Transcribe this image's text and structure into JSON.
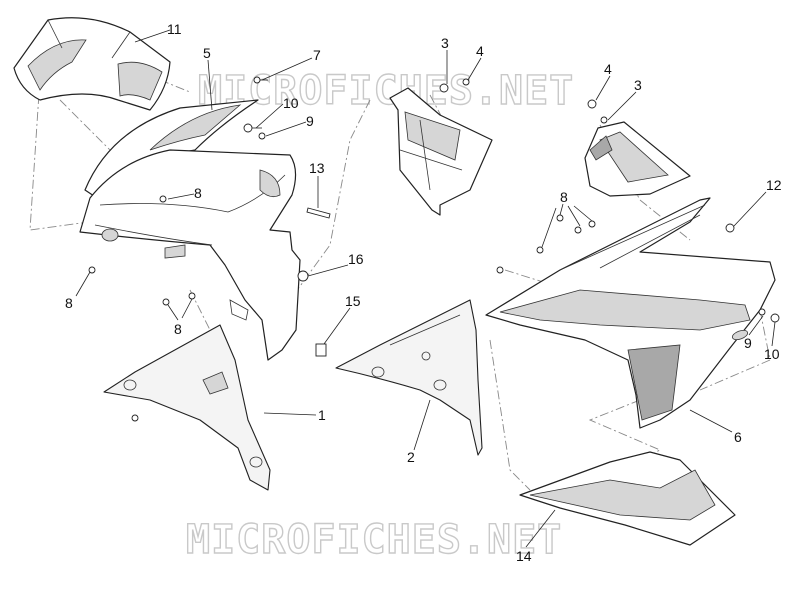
{
  "watermark": "MICROFICHES.NET",
  "callouts": [
    {
      "id": "11",
      "label": "11"
    },
    {
      "id": "5",
      "label": "5"
    },
    {
      "id": "7",
      "label": "7"
    },
    {
      "id": "10a",
      "label": "10"
    },
    {
      "id": "9a",
      "label": "9"
    },
    {
      "id": "8a",
      "label": "8"
    },
    {
      "id": "13",
      "label": "13"
    },
    {
      "id": "3a",
      "label": "3"
    },
    {
      "id": "4a",
      "label": "4"
    },
    {
      "id": "4b",
      "label": "4"
    },
    {
      "id": "3b",
      "label": "3"
    },
    {
      "id": "12",
      "label": "12"
    },
    {
      "id": "8b",
      "label": "8"
    },
    {
      "id": "16",
      "label": "16"
    },
    {
      "id": "15",
      "label": "15"
    },
    {
      "id": "8c",
      "label": "8"
    },
    {
      "id": "8d",
      "label": "8"
    },
    {
      "id": "1",
      "label": "1"
    },
    {
      "id": "2",
      "label": "2"
    },
    {
      "id": "9b",
      "label": "9"
    },
    {
      "id": "10b",
      "label": "10"
    },
    {
      "id": "6",
      "label": "6"
    },
    {
      "id": "14",
      "label": "14"
    }
  ]
}
